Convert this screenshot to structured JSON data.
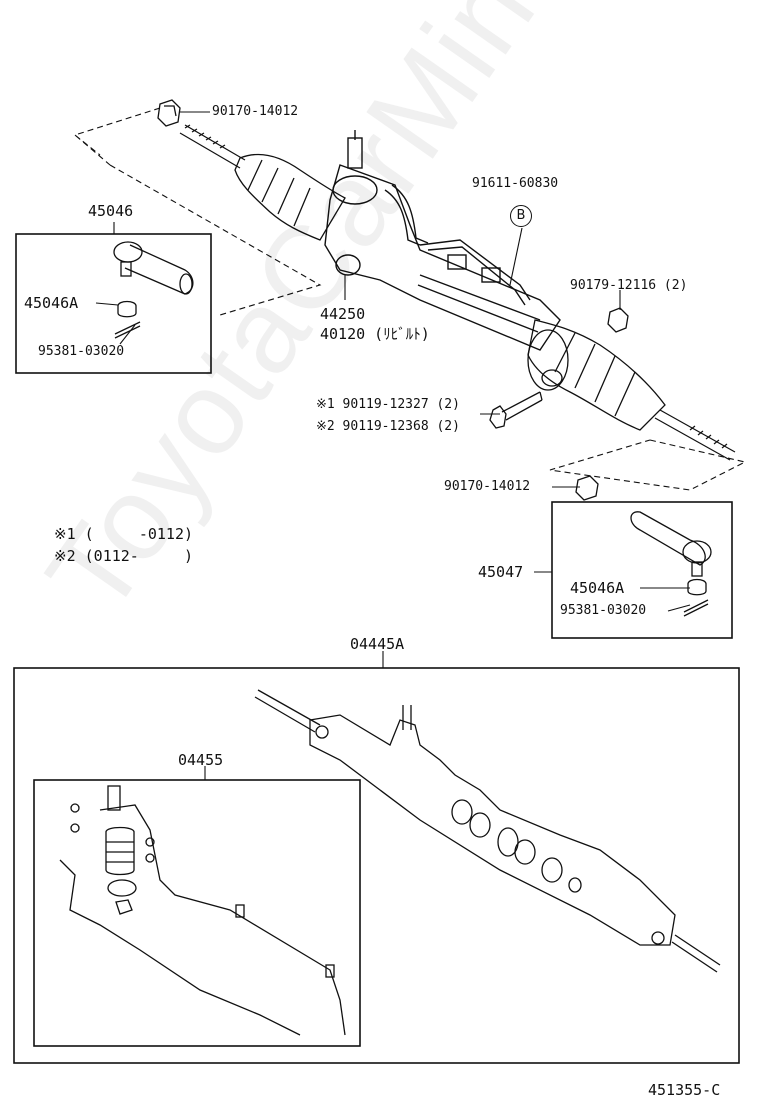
{
  "labels": {
    "nut_top": "90170-14012",
    "tie_end_left": "45046",
    "nut_left": "45046A",
    "pin_left": "95381-03020",
    "gear_assy": "44250",
    "gear_rebuilt": "40120 (ﾘﾋﾞﾙﾄ)",
    "tube": "91611-60830",
    "ref_b": "B",
    "nut_bracket": "90179-12116 (2)",
    "bolt1": "※1 90119-12327 (2)",
    "bolt2": "※2 90119-12368 (2)",
    "nut_bottom": "90170-14012",
    "note1": "※1 (     -0112)",
    "note2": "※2 (0112-     )",
    "tie_end_right": "45047",
    "nut_right": "45046A",
    "pin_right": "95381-03020",
    "kit_gasket": "04445A",
    "kit_seal": "04455",
    "diagram_code": "451355-C"
  },
  "watermark": "ToyotaCarMine.ru"
}
